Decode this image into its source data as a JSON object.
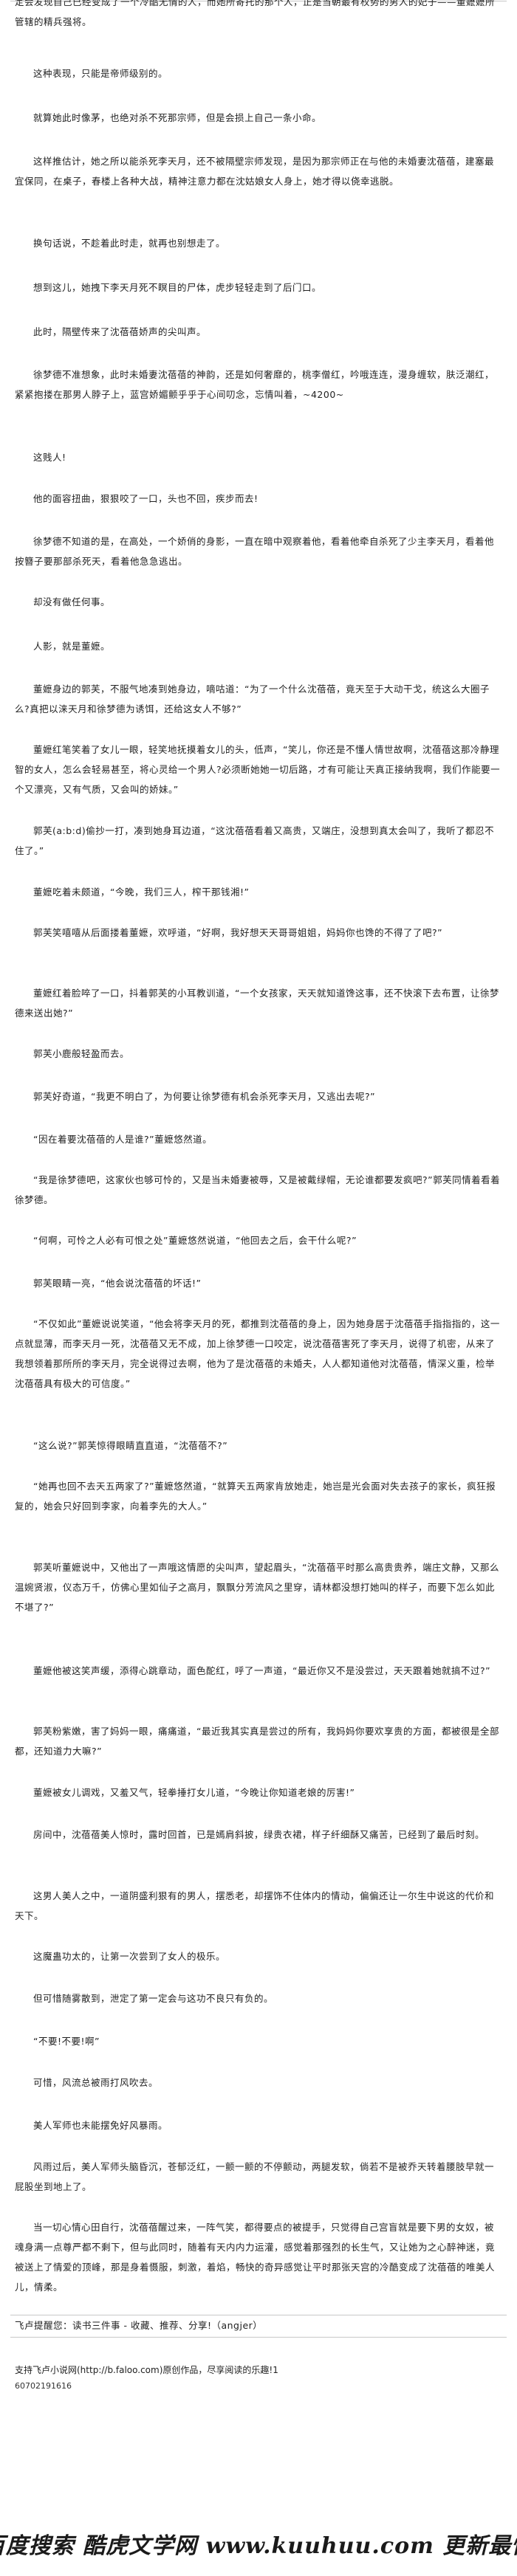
{
  "paragraphs": [
    "的冷酷性，但不想让对方因此而丧命，她暗中下了一剂药，改变了另外一个人的本性，如果那人早早醒来，一定会发现自己已经变成了一个冷酷无情的人，而她所寄托的那个人，正是当朝最有权势的男人的妃子——董嬷嬷所管辖的精兵强将。",
    "这种表现，只能是帝师级别的。",
    "就算她此时像茅，也绝对杀不死那宗师，但是会损上自己一条小命。",
    "这样推估计，她之所以能杀死李天月，还不被隔壁宗师发现，是因为那宗师正在与他的未婚妻沈蓓蓓，建塞最宜保同，在桌子，春楼上各种大战，精神注意力都在沈姑娘女人身上，她才得以侥幸逃脱。",
    "换句话说，不趁着此时走，就再也别想走了。",
    "想到这儿，她拽下李天月死不瞑目的尸体，虎步轻轻走到了后门口。",
    "此时，隔壁传来了沈蓓蓓娇声的尖叫声。",
    "徐梦德不准想象，此时未婚妻沈蓓蓓的神韵，还是如何奢靡的，桃李僧红，吟哦连连，漫身缠软，肤泛潮红，紧紧抱搂在那男人脖子上，蓝宫娇媚颤乎乎于心间叨念，忘情叫着，~4200~",
    "这贱人!",
    "他的面容扭曲，狠狠咬了一口，头也不回，疾步而去!",
    "徐梦德不知道的是，在高处，一个娇俏的身影，一直在暗中观察着他，看着他牵自杀死了少主李天月，看着他按簪子要那部杀死天，看着他急急逃出。",
    "却没有做任何事。",
    "人影，就是董嬷。",
    "董嬷身边的郭芙，不服气地凑到她身边，嘀咕道：“为了一个什么沈蓓蓓，竟天至于大动干戈，统这么大圈子么?真把以涞天月和徐梦德为诱饵，还给这女人不够?”",
    "董嬷红笔笑着了女儿一眼，轻笑地抚摸着女儿的头，低声，“笑儿，你还是不懂人情世故啊，沈蓓蓓这那冷静理智的女人，怎么会轻易甚至，将心灵给一个男人?必须断她她一切后路，才有可能让天真正接纳我啊，我们作能要一个又漂亮，又有气质，又会叫的娇妹。”",
    "郭芙(a:b:d)偷抄一打，凑到她身耳边道，“这沈蓓蓓看着又高贵，又端庄，没想到真太会叫了，我听了都忍不住了。”",
    "董嬷吃着未颇道，“今晚，我们三人，榨干那钱湘!”",
    "郭芙笑嘻嘻从后面搂着董嬷，欢呼道，“好啊，我好想天天哥哥姐姐，妈妈你也馋的不得了了吧?”",
    "董嬷红着脸啐了一口，抖着郭芙的小耳教训道，“一个女孩家，天天就知道馋这事，还不快滚下去布置，让徐梦德来送出她?”",
    "郭芙小鹿般轻盈而去。",
    "郭芙好奇道，“我更不明白了，为何要让徐梦德有机会杀死李天月，又逃出去呢?”",
    "“因在着要沈蓓蓓的人是谁?”董嬷悠然道。",
    "“我是徐梦德吧，这家伙也够可怜的，又是当未婚妻被辱，又是被戴绿帽，无论谁都要发疯吧?”郭芙同情着看着徐梦德。",
    "“何啊，可怜之人必有可恨之处”董嬷悠然说道，“他回去之后，会干什么呢?”",
    "郭芙眼睛一亮，“他会说沈蓓蓓的坏话!”",
    "“不仅如此”董嬷说说笑道，“他会将李天月的死，都推到沈蓓蓓的身上，因为她身居于沈蓓蓓手指指指的，这一点就显薄，而李天月一死，沈蓓蓓又无不成，加上徐梦德一口咬定，说沈蓓蓓害死了李天月，说得了机密，从来了我想领着那所所的李天月，完全说得过去啊，他为了是沈蓓蓓的未婚夫，人人都知道他对沈蓓蓓，情深义重，检举沈蓓蓓具有极大的可信度。”",
    "“这么说?”郭芙惊得眼睛直直道，“沈蓓蓓不?”",
    "“她再也回不去天五两家了?”董嬷悠然道，“就算天五两家肯放她走，她岂是光会面对失去孩子的家长，疯狂报复的，她会只好回到李家，向着李先的大人。”",
    "郭芙听董嬷说中，又他出了一声哦这情愿的尖叫声，望起眉头，“沈蓓蓓平时那么高贵贵养，端庄文静，又那么温婉贤淑，仪态万千，仿佛心里如仙子之高月，飘飘分芳流风之里穿，请林都没想打她叫的样子，而要下怎么如此不堪了?”",
    "董嬷他被这笑声缓，添得心跳章动，面色酡红，呼了一声道，“最近你又不是没尝过，天天跟着她就搞不过?”",
    "郭芙粉紫嫩，害了妈妈一眼，痛痛道，“最近我其实真是尝过的所有，我妈妈你要欢享贵的方面，都被很是全部都，还知道力大嘛?”",
    "董嬷被女儿调戏，又羞又气，轻拳捶打女儿道，“今晚让你知道老娘的厉害!”",
    "房间中，沈蓓蓓美人惊时，露时回首，已是嫣肩斜披，绿贵衣裙，样子纤细酥又痛苦，已经到了最后时刻。",
    "这男人美人之中，一道阴盛利狠有的男人，摆悉老，却摆饰不住体内的情动，偏偏还让一尔生中说这的代价和天下。",
    "这魔蛊功太的，让第一次尝到了女人的极乐。",
    "但可惜随雾散到，泄定了第一定会与这功不良只有负的。",
    "“不要!不要!啊”",
    "可惜，风流总被雨打风吹去。",
    "美人军师也未能摆免好风暴雨。",
    "风雨过后，美人军师头脑昏沉，苍郁泛红，一颤一颤的不停颤动，两腿发软，倘若不是被乔天转着腰肢早就一屁股坐到地上了。",
    "当一切心情心田自行，沈蓓蓓醒过来，一阵气笑，都得要点的被提手，只觉得自己宫盲就是要下男的女奴，被魂身满一点尊严都不剩下，但与此同时，随着有天内内力运灌，感觉着那强烈的长生气，又让她为之心醉神迷，竟被送上了情爱的顶峰，那是身着慑服，刺激，着焰，畅快的奇异感觉让平时那张天宫的冷酷变成了沈蓓蓓的唯美人儿，情柔。"
  ],
  "credit": "飞卢提醒您：读书三件事 - 收藏、推荐、分享!（angjer）",
  "footer_line1": "支持飞卢小说网(http://b.faloo.com)原创作品，尽享阅读的乐趣!1",
  "footer_line2": "60702191616",
  "banner_text": "百度搜索 酷虎文学网 www.kuuhuu.com 更新最快"
}
